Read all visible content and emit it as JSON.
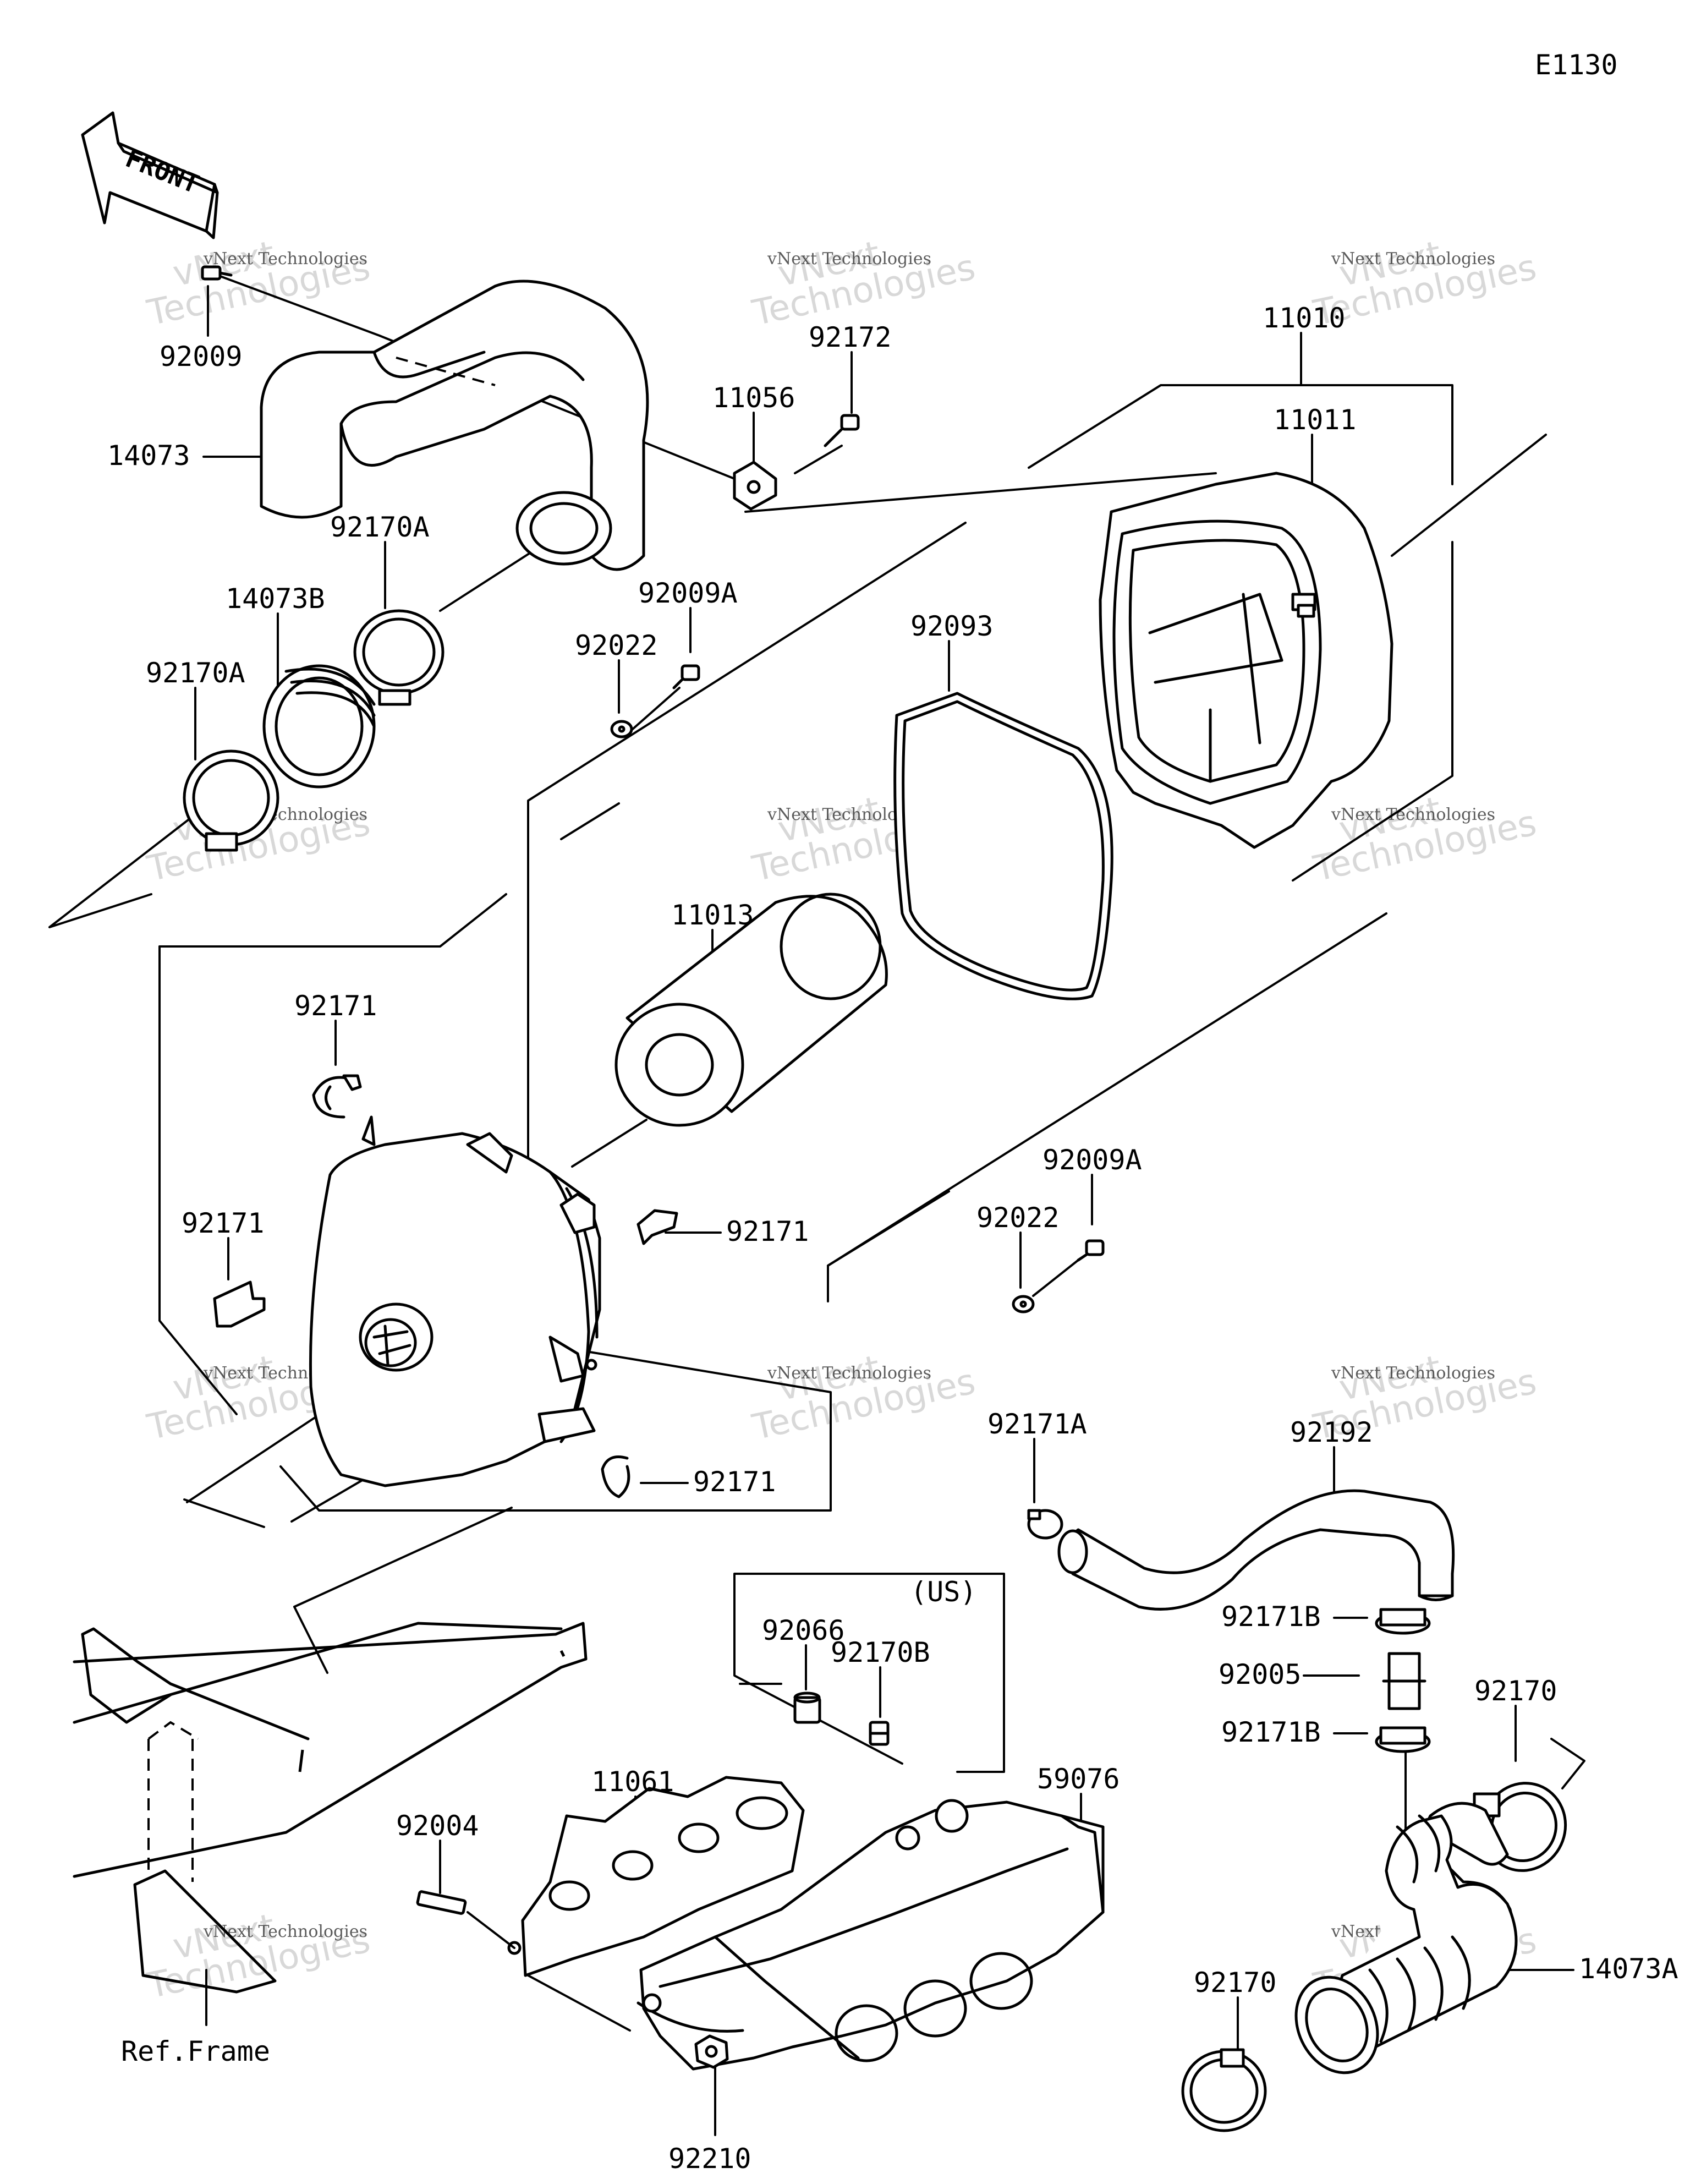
{
  "diagram_code": "E1130",
  "front_label": "FRONT",
  "region_label": "(US)",
  "ref_label": "Ref.Frame",
  "watermark": {
    "line1": "vNext Technologies",
    "line2": "vNext",
    "line3": "Technologies"
  },
  "labels": [
    {
      "id": "92009",
      "text": "92009"
    },
    {
      "id": "14073",
      "text": "14073"
    },
    {
      "id": "92170A_a",
      "text": "92170A"
    },
    {
      "id": "14073B",
      "text": "14073B"
    },
    {
      "id": "92170A_b",
      "text": "92170A"
    },
    {
      "id": "11056",
      "text": "11056"
    },
    {
      "id": "92172",
      "text": "92172"
    },
    {
      "id": "11010",
      "text": "11010"
    },
    {
      "id": "11011",
      "text": "11011"
    },
    {
      "id": "92009A_a",
      "text": "92009A"
    },
    {
      "id": "92022_a",
      "text": "92022"
    },
    {
      "id": "92093",
      "text": "92093"
    },
    {
      "id": "11013",
      "text": "11013"
    },
    {
      "id": "92171_a",
      "text": "92171"
    },
    {
      "id": "92171_b",
      "text": "92171"
    },
    {
      "id": "92171_c",
      "text": "92171"
    },
    {
      "id": "92171_d",
      "text": "92171"
    },
    {
      "id": "92009A_b",
      "text": "92009A"
    },
    {
      "id": "92022_b",
      "text": "92022"
    },
    {
      "id": "92171A",
      "text": "92171A"
    },
    {
      "id": "92192",
      "text": "92192"
    },
    {
      "id": "92066",
      "text": "92066"
    },
    {
      "id": "92170B",
      "text": "92170B"
    },
    {
      "id": "92171B_a",
      "text": "92171B"
    },
    {
      "id": "92005",
      "text": "92005"
    },
    {
      "id": "92171B_b",
      "text": "92171B"
    },
    {
      "id": "92170_a",
      "text": "92170"
    },
    {
      "id": "11061",
      "text": "11061"
    },
    {
      "id": "59076",
      "text": "59076"
    },
    {
      "id": "92004",
      "text": "92004"
    },
    {
      "id": "92170_b",
      "text": "92170"
    },
    {
      "id": "14073A",
      "text": "14073A"
    },
    {
      "id": "92210",
      "text": "92210"
    }
  ]
}
